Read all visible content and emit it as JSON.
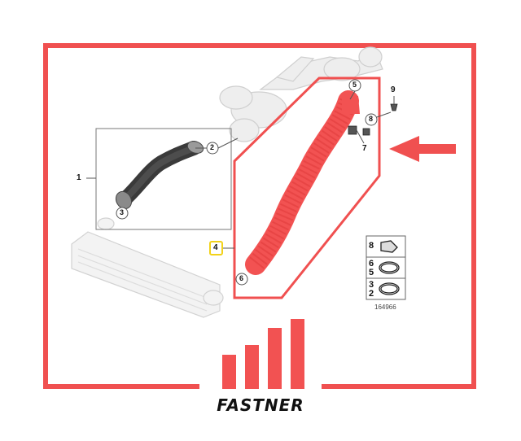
{
  "diagram": {
    "callouts": {
      "c1": "1",
      "c2": "2",
      "c3": "3",
      "c4": "4",
      "c5": "5",
      "c6": "6",
      "c7": "7",
      "c8": "8",
      "c9": "9"
    },
    "legend": {
      "top": "8",
      "mid_a": "6",
      "mid_b": "5",
      "bot_a": "3",
      "bot_b": "2"
    },
    "reference_number": "164966",
    "brand": "FASTNER"
  },
  "colors": {
    "frame_red": "#f05050",
    "highlight_red": "#f25252",
    "hose_dark": "#3a3a3a",
    "ghost_grey": "#d8d8d8",
    "callout_yellow": "#f2d21a"
  }
}
